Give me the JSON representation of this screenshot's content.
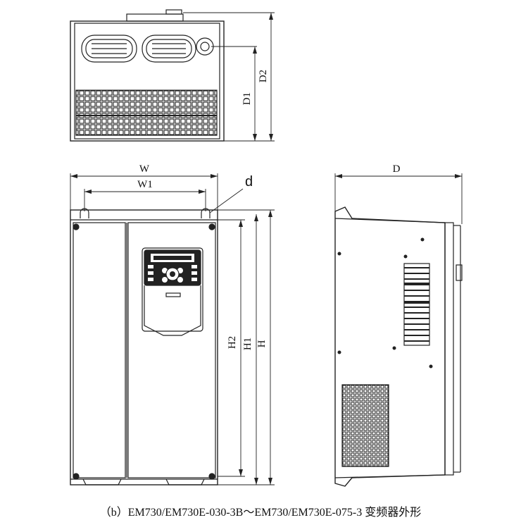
{
  "labels": {
    "d1": "D1",
    "d2": "D2",
    "w": "W",
    "w1": "W1",
    "d_hole": "d",
    "h": "H",
    "h1": "H1",
    "h2": "H2",
    "depth": "D"
  },
  "caption": "（b）EM730/EM730E-030-3B～EM730/EM730E-075-3 变频器外形"
}
